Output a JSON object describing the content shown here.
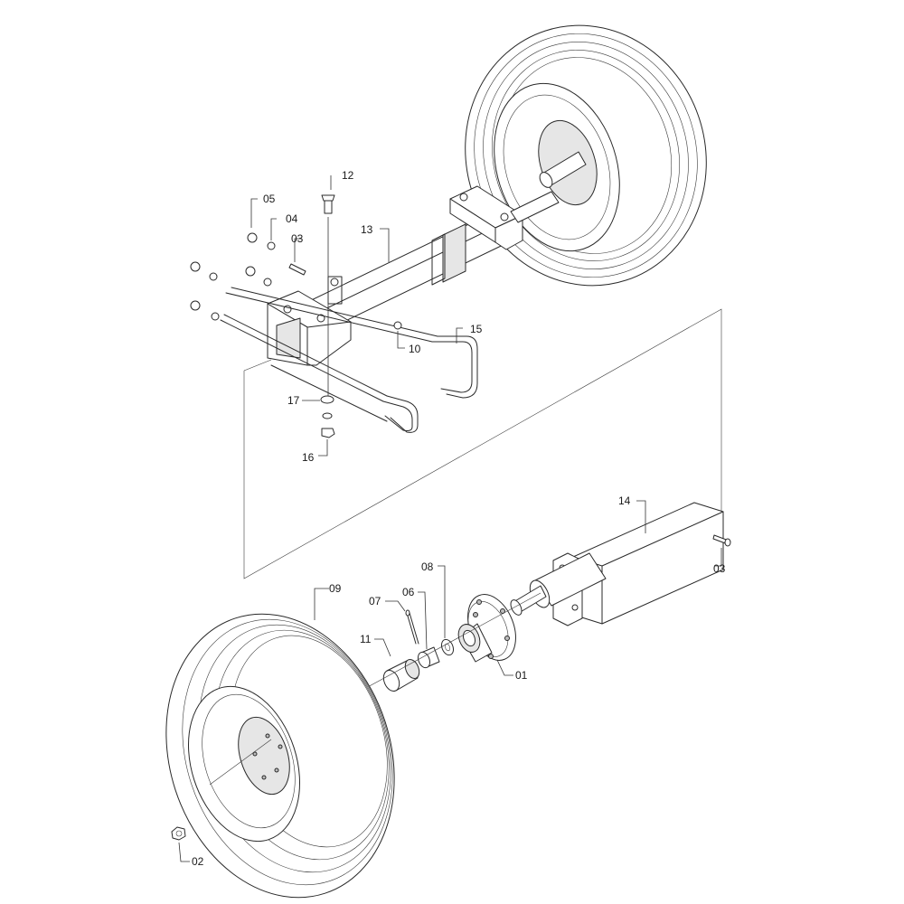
{
  "callouts": {
    "c12": "12",
    "c05": "05",
    "c04": "04",
    "c13": "13",
    "c03_top": "03",
    "c10": "10",
    "c15": "15",
    "c17": "17",
    "c16": "16",
    "c14": "14",
    "c03_bottom": "03",
    "c08": "08",
    "c09": "09",
    "c07": "07",
    "c06": "06",
    "c11": "11",
    "c01": "01",
    "c02": "02"
  }
}
